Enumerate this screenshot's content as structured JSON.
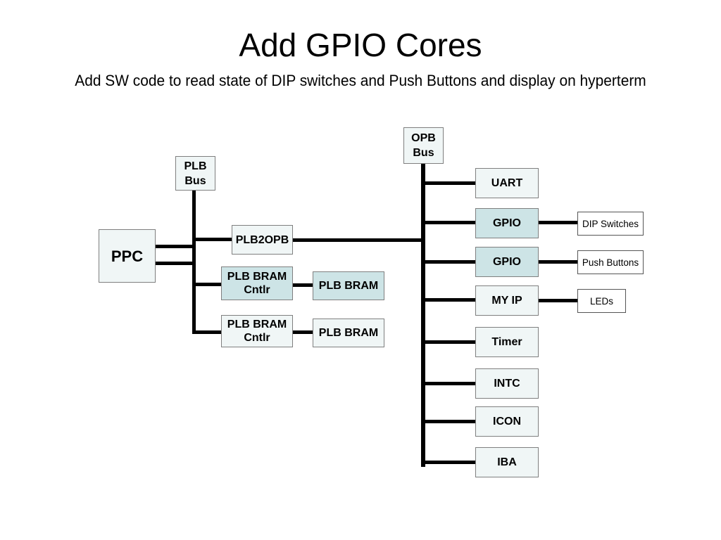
{
  "slide": {
    "title": "Add GPIO Cores",
    "subtitle": "Add SW code to read state of DIP switches and Push Buttons and display on hyperterm"
  },
  "diagram": {
    "ppc": "PPC",
    "plb_bus": "PLB\nBus",
    "opb_bus": "OPB\nBus",
    "plb2opb": "PLB2OPB",
    "bram_cntlr_1": "PLB BRAM\nCntlr",
    "bram_1": "PLB BRAM",
    "bram_cntlr_2": "PLB BRAM\nCntlr",
    "bram_2": "PLB BRAM",
    "opb_peripherals": [
      "UART",
      "GPIO",
      "GPIO",
      "MY IP",
      "Timer",
      "INTC",
      "ICON",
      "IBA"
    ],
    "external": {
      "dip_switches": "DIP Switches",
      "push_buttons": "Push Buttons",
      "leds": "LEDs"
    }
  },
  "colors": {
    "highlight_fill": "#cde4e6",
    "box_fill": "#f0f6f6",
    "line": "#000000"
  }
}
